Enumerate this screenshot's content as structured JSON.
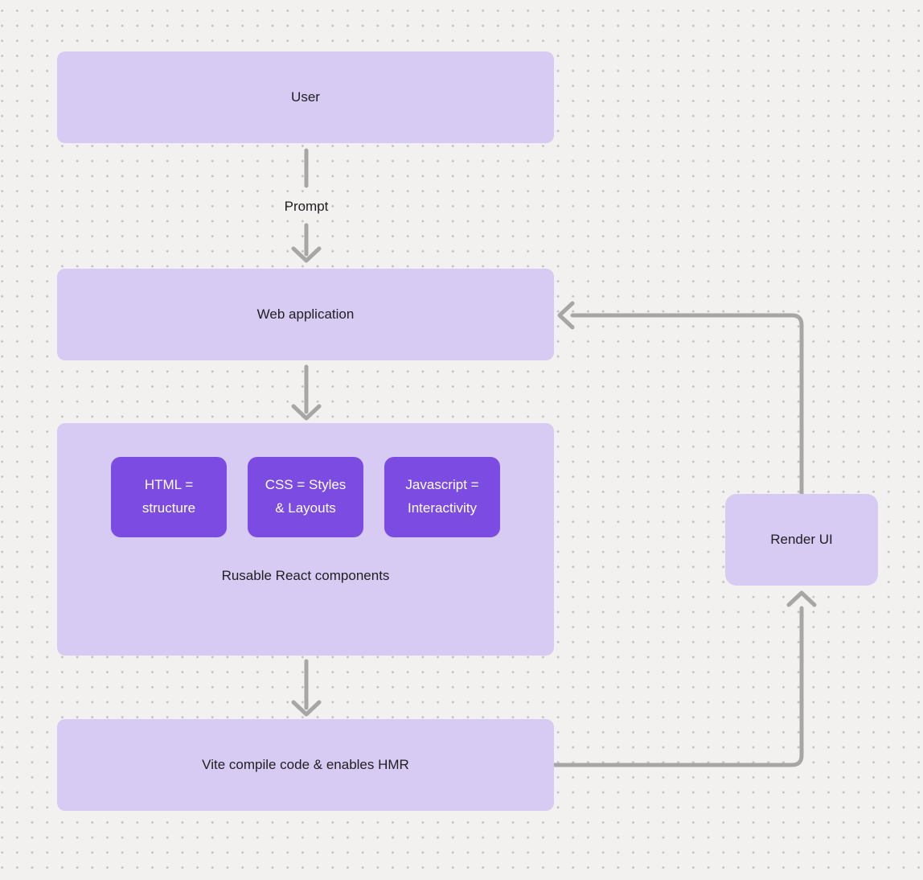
{
  "diagram": {
    "nodes": {
      "user": {
        "label": "User"
      },
      "web_application": {
        "label": "Web application"
      },
      "components_group": {
        "caption": "Rusable React components",
        "items": [
          {
            "label": "HTML = structure"
          },
          {
            "label": "CSS = Styles & Layouts"
          },
          {
            "label": "Javascript = Interactivity"
          }
        ]
      },
      "vite": {
        "label": "Vite compile code & enables HMR"
      },
      "render_ui": {
        "label": "Render UI"
      }
    },
    "edges": {
      "prompt_label": "Prompt"
    },
    "colors": {
      "background": "#f2f1ef",
      "dot_grid": "#c3c1bf",
      "node_fill_light": "#d7cbf3",
      "node_fill_accent": "#7c4ce2",
      "node_text_dark": "#1f1e21",
      "node_text_light": "#ffffff",
      "connector": "#a8a6a4"
    }
  }
}
